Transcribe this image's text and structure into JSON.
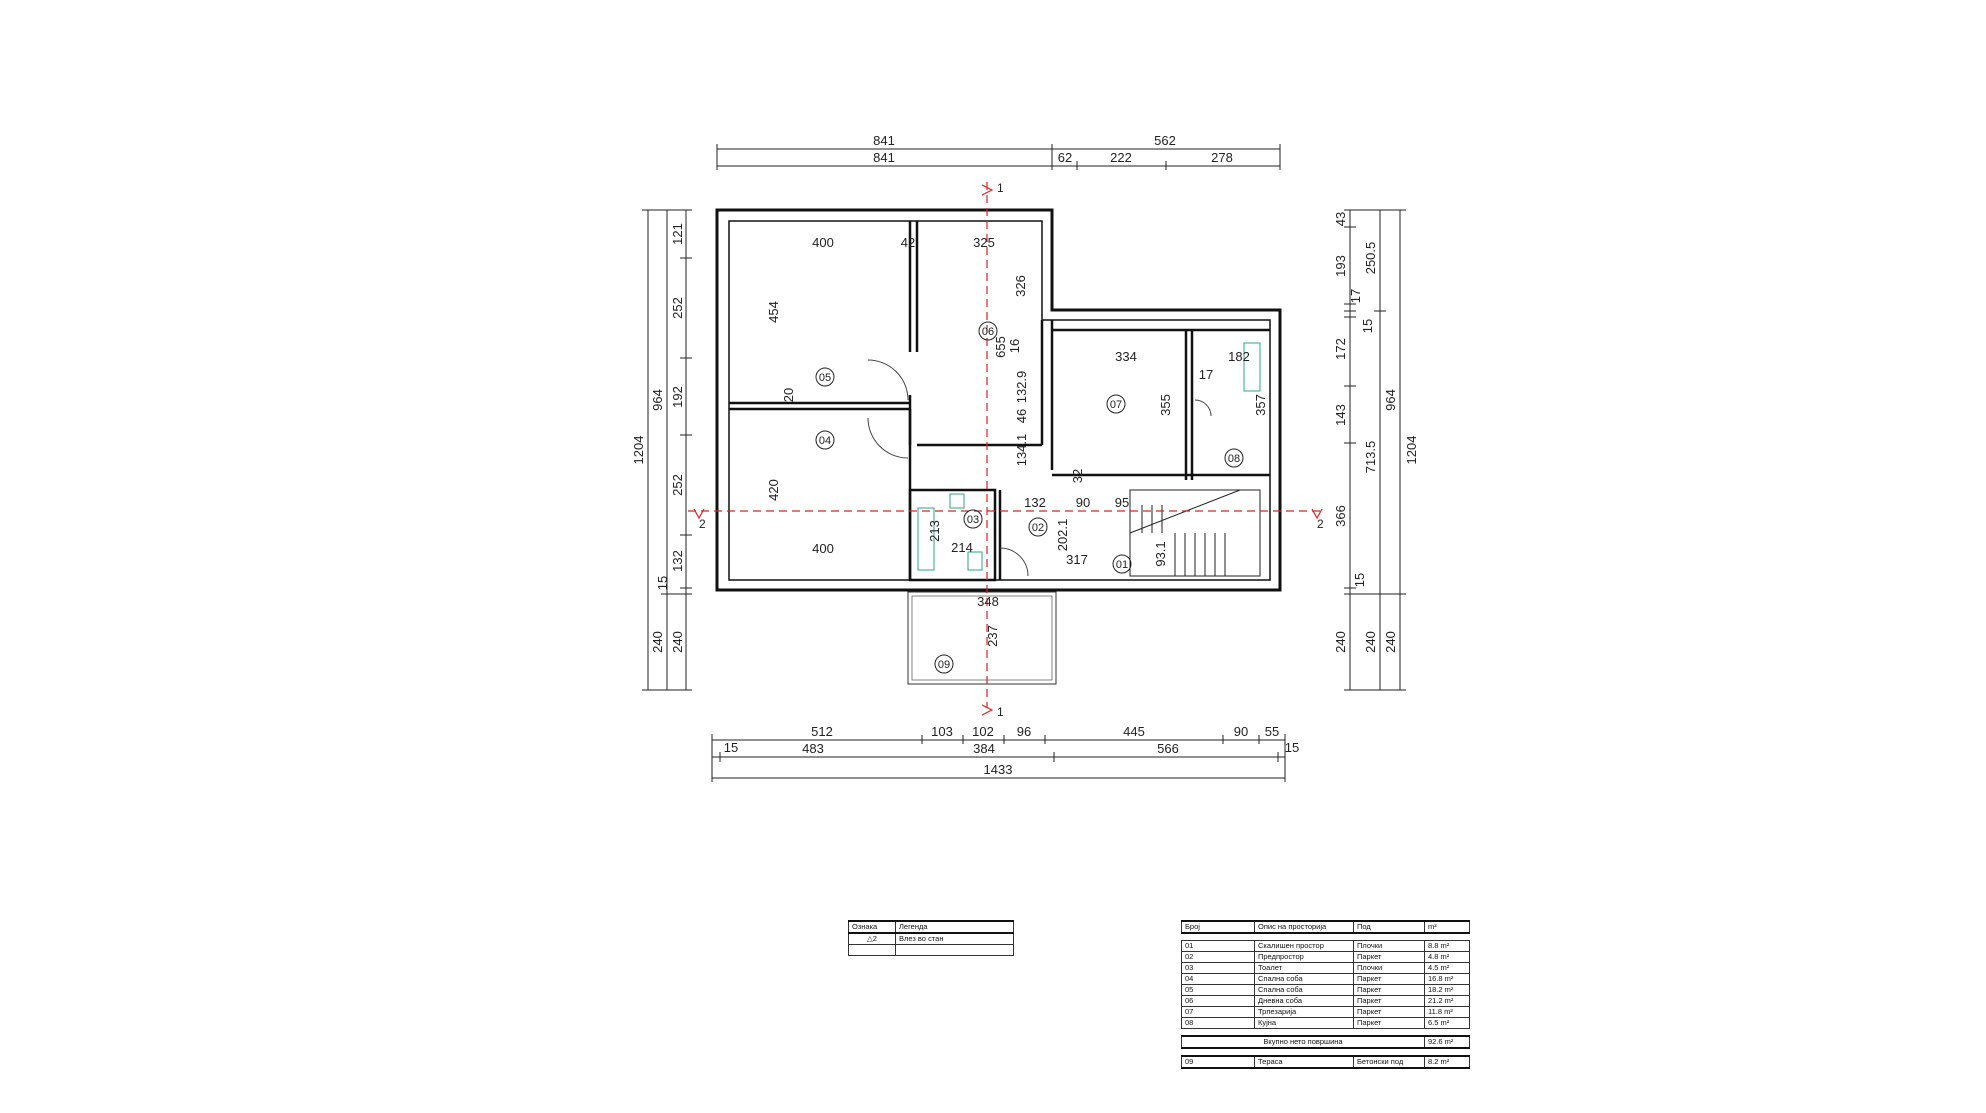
{
  "dimensions": {
    "top_outer": [
      "841",
      "562"
    ],
    "top_inner": [
      "841",
      "62",
      "222",
      "278"
    ],
    "bottom_row1": [
      "512",
      "103",
      "102",
      "96",
      "445",
      "90",
      "55"
    ],
    "bottom_row2": [
      "15",
      "483",
      "384",
      "566",
      "15"
    ],
    "bottom_total": "1433",
    "left_segments": [
      "121",
      "252",
      "192",
      "252",
      "132",
      "15",
      "240"
    ],
    "left_mid": [
      "964",
      "240"
    ],
    "left_total": "1204",
    "right_segments": [
      "43",
      "193",
      "17",
      "15",
      "172",
      "143",
      "366",
      "15",
      "240"
    ],
    "right_mid": [
      "250.5",
      "713.5",
      "240"
    ],
    "right_col3": [
      "964",
      "240"
    ],
    "right_total": "1204",
    "interior": [
      "400",
      "42",
      "325",
      "326",
      "454",
      "20",
      "655",
      "16",
      "132.9",
      "46",
      "134.1",
      "32",
      "420",
      "400",
      "213",
      "214",
      "132",
      "90",
      "95",
      "202.1",
      "317",
      "93.1",
      "348",
      "237",
      "334",
      "17",
      "355",
      "182",
      "357"
    ]
  },
  "room_tags": [
    "01",
    "02",
    "03",
    "04",
    "05",
    "06",
    "07",
    "08",
    "09"
  ],
  "section_marks": [
    "1",
    "1",
    "2",
    "2"
  ],
  "legend_table": {
    "headers": [
      "Ознака",
      "Легенда"
    ],
    "rows": [
      {
        "symbol": "2",
        "text": "Влез во стан"
      }
    ]
  },
  "rooms_table": {
    "headers": [
      "Број",
      "Опис на просторија",
      "Под",
      "m²"
    ],
    "rows": [
      {
        "no": "01",
        "name": "Скалишен простор",
        "floor": "Плочки",
        "area": "8.8 m²"
      },
      {
        "no": "02",
        "name": "Предпростор",
        "floor": "Паркет",
        "area": "4.8 m²"
      },
      {
        "no": "03",
        "name": "Тоалет",
        "floor": "Плочки",
        "area": "4.5 m²"
      },
      {
        "no": "04",
        "name": "Спална соба",
        "floor": "Паркет",
        "area": "16.8 m²"
      },
      {
        "no": "05",
        "name": "Спална соба",
        "floor": "Паркет",
        "area": "18.2 m²"
      },
      {
        "no": "06",
        "name": "Дневна соба",
        "floor": "Паркет",
        "area": "21.2 m²"
      },
      {
        "no": "07",
        "name": "Трпезарија",
        "floor": "Паркет",
        "area": "11.8 m²"
      },
      {
        "no": "08",
        "name": "Кујна",
        "floor": "Паркет",
        "area": "6.5 m²"
      }
    ],
    "total_label": "Вкупно нето површина",
    "total_value": "92.6 m²",
    "terrace": {
      "no": "09",
      "name": "Тераса",
      "floor": "Бетонски под",
      "area": "8.2 m²"
    }
  },
  "colors": {
    "wall": "#111111",
    "dimension": "#222222",
    "section_line": "#e02020",
    "fixture": "#2aa889"
  }
}
